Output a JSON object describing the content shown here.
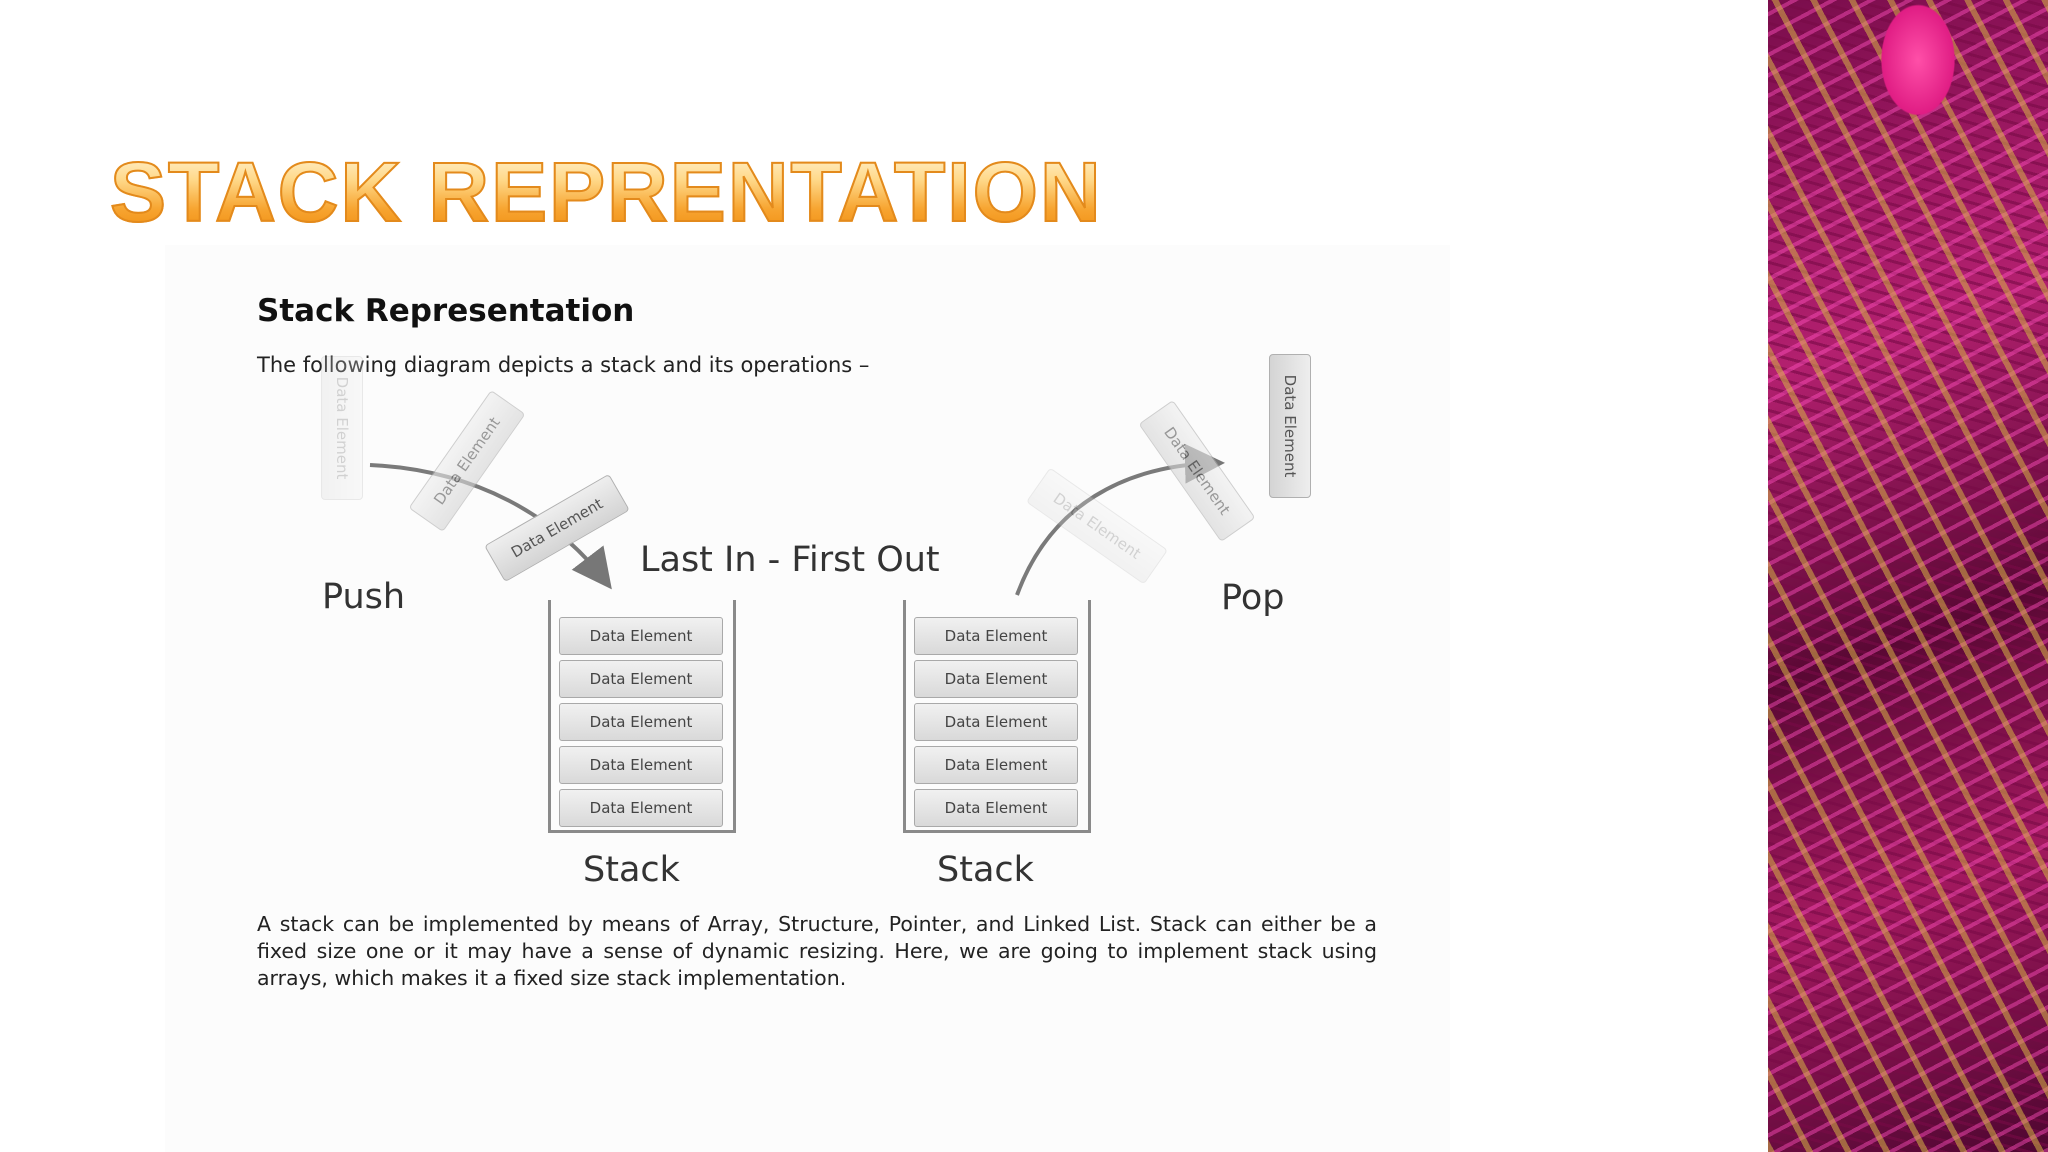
{
  "slide": {
    "title": "STACK REPRENTATION"
  },
  "doc": {
    "heading": "Stack Representation",
    "intro": "The following diagram depicts a stack and its operations –",
    "body": "A stack can be implemented by means of Array, Structure, Pointer, and Linked List. Stack can either be a fixed size one or it may have a sense of dynamic resizing. Here, we are going to implement stack using arrays, which makes it a fixed size stack implementation."
  },
  "diagram": {
    "push_label": "Push",
    "pop_label": "Pop",
    "center_label": "Last In - First Out",
    "element_label": "Data Element",
    "stack_caption": "Stack",
    "left_stack": [
      "Data Element",
      "Data Element",
      "Data Element",
      "Data Element",
      "Data Element"
    ],
    "right_stack": [
      "Data Element",
      "Data Element",
      "Data Element",
      "Data Element",
      "Data Element"
    ]
  },
  "colors": {
    "title_gradient_top": "#fff4d6",
    "title_gradient_bottom": "#f08d10",
    "decor_magenta": "#b3206f"
  }
}
